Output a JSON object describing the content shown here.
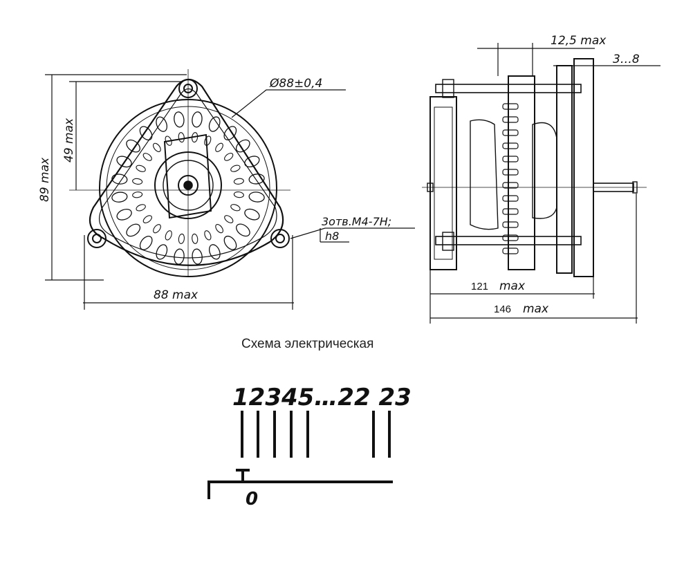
{
  "front_view": {
    "dim_height_total": "89 max",
    "dim_height_center": "49 max",
    "dim_diameter": "Ø88±0,4",
    "dim_width": "88 max",
    "note_holes_line1": "3отв.М4-7Н;",
    "note_holes_line2": "h8"
  },
  "side_view": {
    "dim_shaft_offset": "12,5 max",
    "dim_shaft_length": "3…8",
    "dim_length_inner_value": "121",
    "dim_length_inner_unit": "max",
    "dim_length_total_value": "146",
    "dim_length_total_unit": "max"
  },
  "schematic": {
    "title": "Схема электрическая",
    "pin_labels": "12345…22 23",
    "common_label": "0"
  }
}
